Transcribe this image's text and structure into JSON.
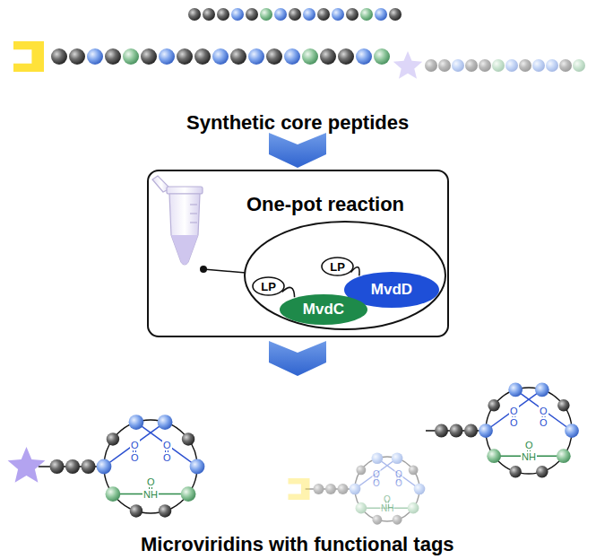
{
  "diagram": {
    "title": "Synthetic core peptides",
    "caption": "Microviridins with functional tags",
    "nodes": [
      {
        "text": [
          "One-pot reaction"
        ]
      },
      {
        "text": [
          "LP"
        ],
        "in": 0
      },
      {
        "text": [
          "MvdD"
        ],
        "in": 0
      },
      {
        "text": [
          "LP"
        ],
        "in": 0
      },
      {
        "text": [
          "MvdC"
        ],
        "in": 0
      }
    ],
    "edges": [
      {
        "from": 1,
        "to": 2,
        "arrow": "none"
      },
      {
        "from": 3,
        "to": 4,
        "arrow": "none"
      }
    ],
    "labels": [
      "O",
      "O",
      "O",
      "O",
      "O",
      "NH",
      "O",
      "O",
      "O",
      "O",
      "O",
      "NH",
      "O",
      "O",
      "O",
      "O",
      "O",
      "NH"
    ]
  }
}
